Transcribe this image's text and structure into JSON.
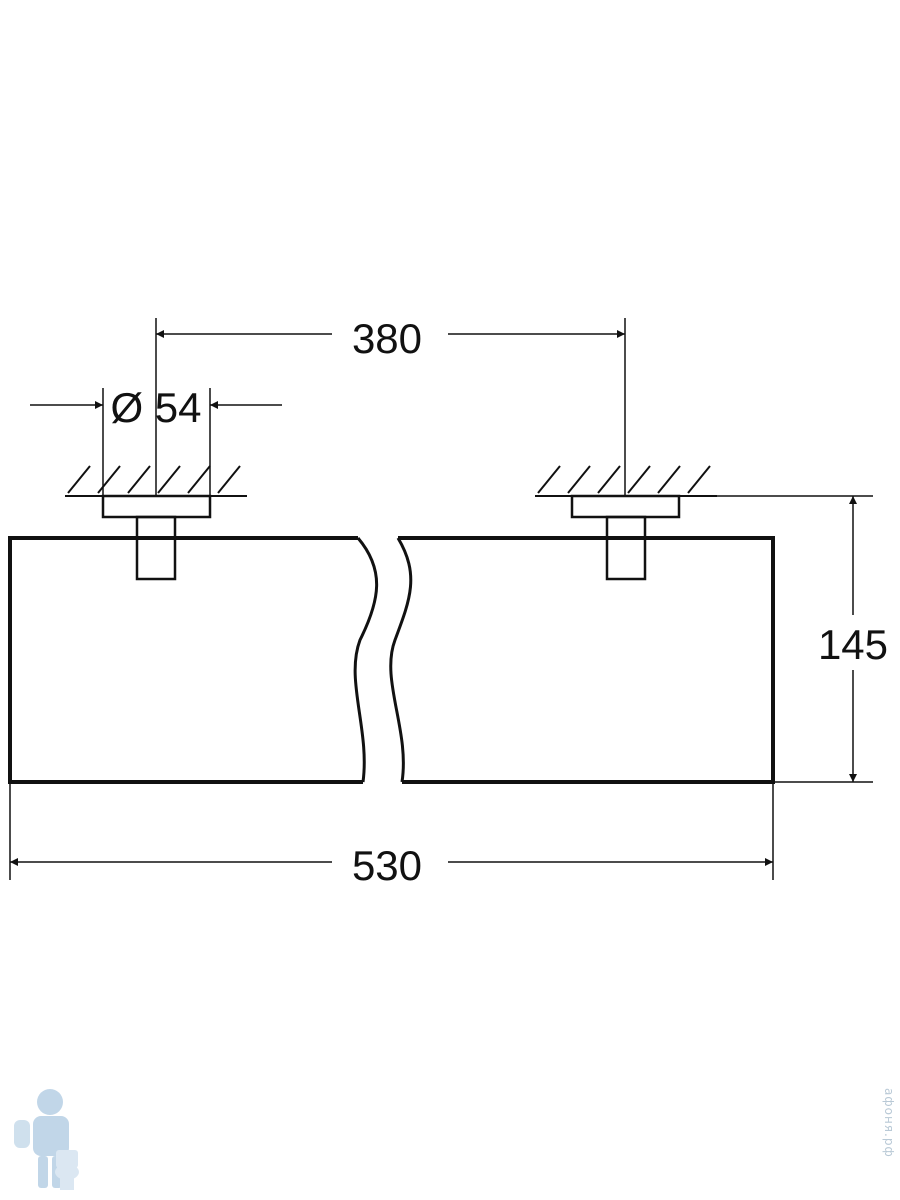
{
  "dimensions": {
    "mount_spacing": "380",
    "bracket_diameter": "Ø 54",
    "height": "145",
    "overall_length": "530"
  },
  "watermark": {
    "text": "афоня.рф"
  },
  "colors": {
    "line": "#111111",
    "logo": "#8fb6d6"
  }
}
